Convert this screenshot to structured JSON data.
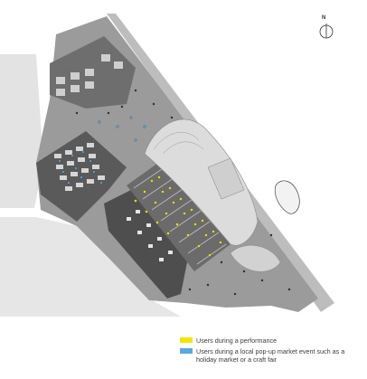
{
  "compass": {
    "label": "N"
  },
  "legend": [
    {
      "label": "Users during a performance",
      "color": "#f2e600"
    },
    {
      "label": "Users during a local pop-up market event such as a holiday market or a craft fair",
      "color": "#5aa8e0"
    }
  ],
  "colors": {
    "pavement": "#9b9b9b",
    "dark_building": "#4e4e4e",
    "light_block": "#e8e8e8",
    "water": "#d9d9d9",
    "seating": "#6b6b6b"
  }
}
